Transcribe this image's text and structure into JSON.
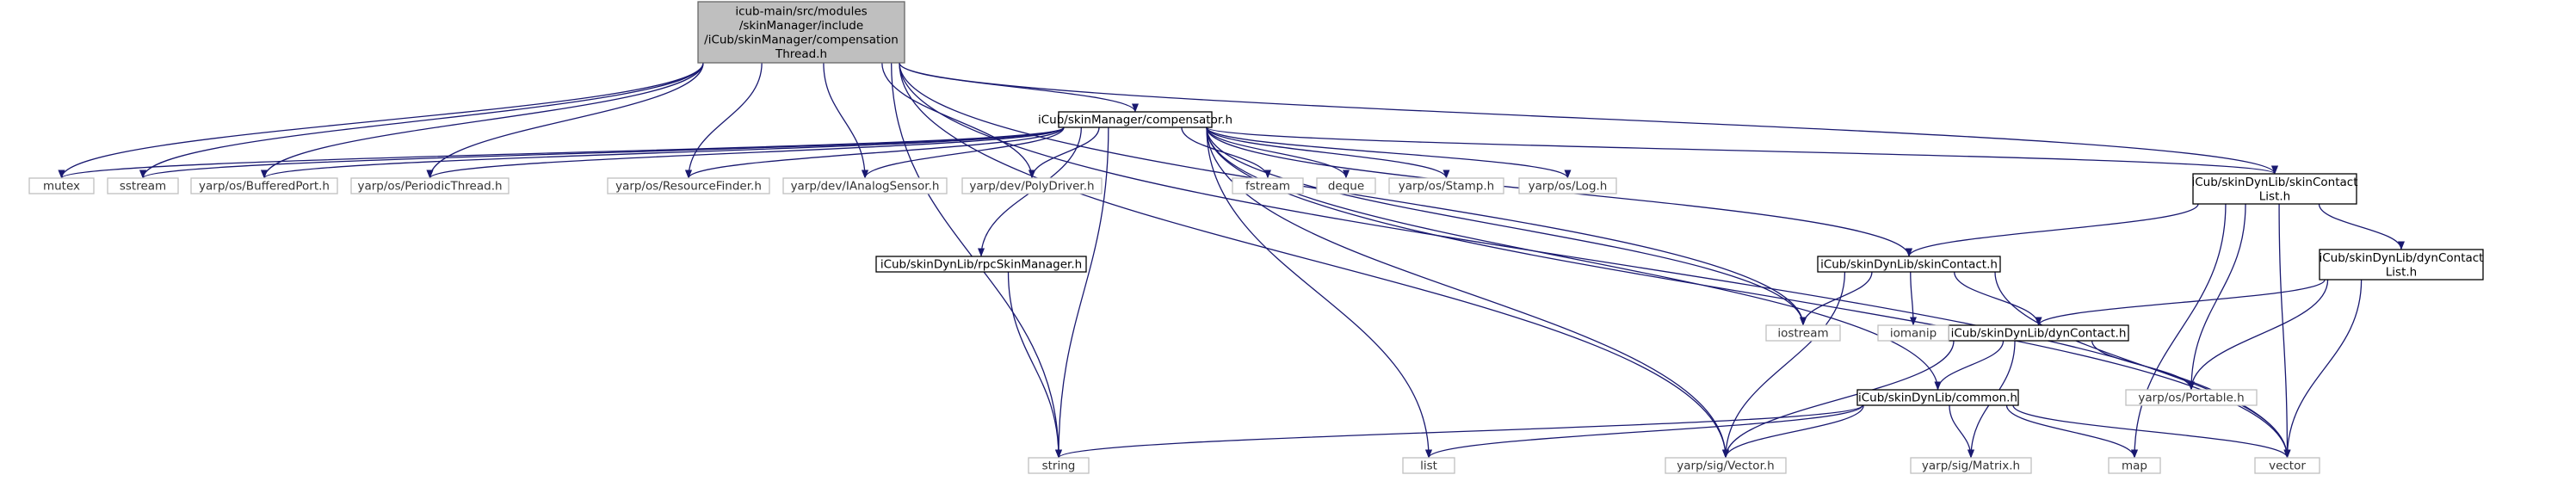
{
  "diagram": {
    "type": "include-dependency-graph",
    "nodes": [
      {
        "id": "root",
        "kind": "root",
        "lines": [
          "icub-main/src/modules",
          "/skinManager/include",
          "/iCub/skinManager/compensation",
          "Thread.h"
        ]
      },
      {
        "id": "compensator",
        "kind": "include",
        "lines": [
          "iCub/skinManager/compensator.h"
        ]
      },
      {
        "id": "skinContactList",
        "kind": "include",
        "lines": [
          "iCub/skinDynLib/skinContact",
          "List.h"
        ]
      },
      {
        "id": "rpcSkinManager",
        "kind": "include",
        "lines": [
          "iCub/skinDynLib/rpcSkinManager.h"
        ]
      },
      {
        "id": "skinContact",
        "kind": "include",
        "lines": [
          "iCub/skinDynLib/skinContact.h"
        ]
      },
      {
        "id": "dynContactList",
        "kind": "include",
        "lines": [
          "iCub/skinDynLib/dynContact",
          "List.h"
        ]
      },
      {
        "id": "dynContact",
        "kind": "include",
        "lines": [
          "iCub/skinDynLib/dynContact.h"
        ]
      },
      {
        "id": "common",
        "kind": "include",
        "lines": [
          "iCub/skinDynLib/common.h"
        ]
      },
      {
        "id": "mutex",
        "kind": "external",
        "lines": [
          "mutex"
        ]
      },
      {
        "id": "sstream",
        "kind": "external",
        "lines": [
          "sstream"
        ]
      },
      {
        "id": "bufferedPort",
        "kind": "external",
        "lines": [
          "yarp/os/BufferedPort.h"
        ]
      },
      {
        "id": "periodicThread",
        "kind": "external",
        "lines": [
          "yarp/os/PeriodicThread.h"
        ]
      },
      {
        "id": "resourceFinder",
        "kind": "external",
        "lines": [
          "yarp/os/ResourceFinder.h"
        ]
      },
      {
        "id": "iAnalogSensor",
        "kind": "external",
        "lines": [
          "yarp/dev/IAnalogSensor.h"
        ]
      },
      {
        "id": "polyDriver",
        "kind": "external",
        "lines": [
          "yarp/dev/PolyDriver.h"
        ]
      },
      {
        "id": "fstream",
        "kind": "external",
        "lines": [
          "fstream"
        ]
      },
      {
        "id": "deque",
        "kind": "external",
        "lines": [
          "deque"
        ]
      },
      {
        "id": "stamp",
        "kind": "external",
        "lines": [
          "yarp/os/Stamp.h"
        ]
      },
      {
        "id": "log",
        "kind": "external",
        "lines": [
          "yarp/os/Log.h"
        ]
      },
      {
        "id": "iostream",
        "kind": "external",
        "lines": [
          "iostream"
        ]
      },
      {
        "id": "iomanip",
        "kind": "external",
        "lines": [
          "iomanip"
        ]
      },
      {
        "id": "portable",
        "kind": "external",
        "lines": [
          "yarp/os/Portable.h"
        ]
      },
      {
        "id": "string",
        "kind": "external",
        "lines": [
          "string"
        ]
      },
      {
        "id": "list",
        "kind": "external",
        "lines": [
          "list"
        ]
      },
      {
        "id": "vectorH",
        "kind": "external",
        "lines": [
          "yarp/sig/Vector.h"
        ]
      },
      {
        "id": "matrixH",
        "kind": "external",
        "lines": [
          "yarp/sig/Matrix.h"
        ]
      },
      {
        "id": "map",
        "kind": "external",
        "lines": [
          "map"
        ]
      },
      {
        "id": "vector",
        "kind": "external",
        "lines": [
          "vector"
        ]
      }
    ],
    "edges": [
      [
        "root",
        "compensator"
      ],
      [
        "root",
        "mutex"
      ],
      [
        "root",
        "sstream"
      ],
      [
        "root",
        "bufferedPort"
      ],
      [
        "root",
        "periodicThread"
      ],
      [
        "root",
        "resourceFinder"
      ],
      [
        "root",
        "iAnalogSensor"
      ],
      [
        "root",
        "polyDriver"
      ],
      [
        "root",
        "string"
      ],
      [
        "root",
        "iostream"
      ],
      [
        "root",
        "skinContactList"
      ],
      [
        "root",
        "vector"
      ],
      [
        "root",
        "vectorH"
      ],
      [
        "compensator",
        "mutex"
      ],
      [
        "compensator",
        "sstream"
      ],
      [
        "compensator",
        "bufferedPort"
      ],
      [
        "compensator",
        "periodicThread"
      ],
      [
        "compensator",
        "resourceFinder"
      ],
      [
        "compensator",
        "iAnalogSensor"
      ],
      [
        "compensator",
        "polyDriver"
      ],
      [
        "compensator",
        "fstream"
      ],
      [
        "compensator",
        "deque"
      ],
      [
        "compensator",
        "stamp"
      ],
      [
        "compensator",
        "log"
      ],
      [
        "compensator",
        "iostream"
      ],
      [
        "compensator",
        "skinContactList"
      ],
      [
        "compensator",
        "rpcSkinManager"
      ],
      [
        "compensator",
        "string"
      ],
      [
        "compensator",
        "list"
      ],
      [
        "compensator",
        "vectorH"
      ],
      [
        "compensator",
        "skinContact"
      ],
      [
        "compensator",
        "common"
      ],
      [
        "compensator",
        "vector"
      ],
      [
        "rpcSkinManager",
        "string"
      ],
      [
        "skinContactList",
        "skinContact"
      ],
      [
        "skinContactList",
        "dynContactList"
      ],
      [
        "skinContactList",
        "map"
      ],
      [
        "skinContactList",
        "vector"
      ],
      [
        "skinContactList",
        "portable"
      ],
      [
        "skinContact",
        "iostream"
      ],
      [
        "skinContact",
        "iomanip"
      ],
      [
        "skinContact",
        "dynContact"
      ],
      [
        "skinContact",
        "vectorH"
      ],
      [
        "skinContact",
        "vector"
      ],
      [
        "dynContactList",
        "dynContact"
      ],
      [
        "dynContactList",
        "portable"
      ],
      [
        "dynContactList",
        "vector"
      ],
      [
        "dynContact",
        "common"
      ],
      [
        "dynContact",
        "portable"
      ],
      [
        "dynContact",
        "vectorH"
      ],
      [
        "dynContact",
        "matrixH"
      ],
      [
        "common",
        "string"
      ],
      [
        "common",
        "list"
      ],
      [
        "common",
        "vectorH"
      ],
      [
        "common",
        "matrixH"
      ],
      [
        "common",
        "map"
      ],
      [
        "common",
        "vector"
      ]
    ]
  }
}
